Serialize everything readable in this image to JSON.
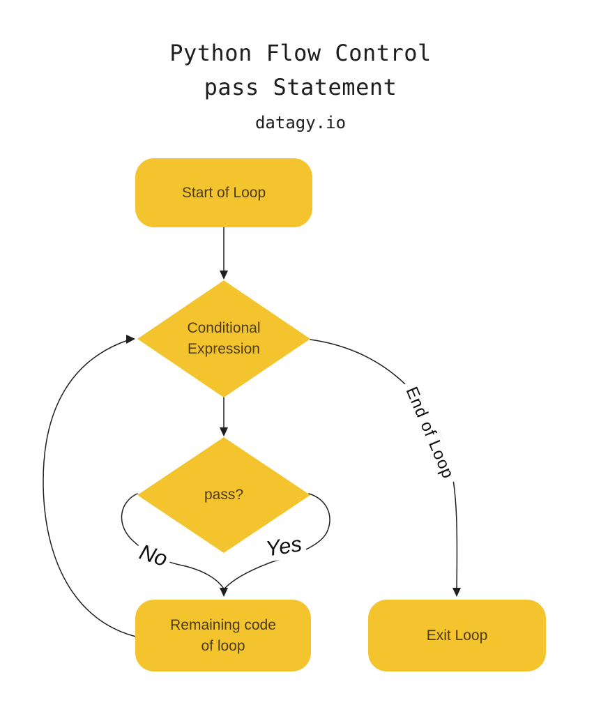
{
  "title": {
    "line1": "Python Flow Control",
    "line2": "pass Statement",
    "subtitle": "datagy.io"
  },
  "nodes": {
    "start": {
      "label": "Start of Loop"
    },
    "conditional": {
      "line1": "Conditional",
      "line2": "Expression"
    },
    "pass_check": {
      "label": "pass?"
    },
    "remaining": {
      "line1": "Remaining code",
      "line2": "of loop"
    },
    "exit": {
      "label": "Exit Loop"
    }
  },
  "edge_labels": {
    "no": "No",
    "yes": "Yes",
    "end_of_loop": "End of Loop"
  },
  "colors": {
    "node_fill": "#F4C42F",
    "node_text": "#4E3B10",
    "edge_line": "#1E1E1E",
    "title_text": "#1D1D1F",
    "background": "#FFFFFF"
  }
}
